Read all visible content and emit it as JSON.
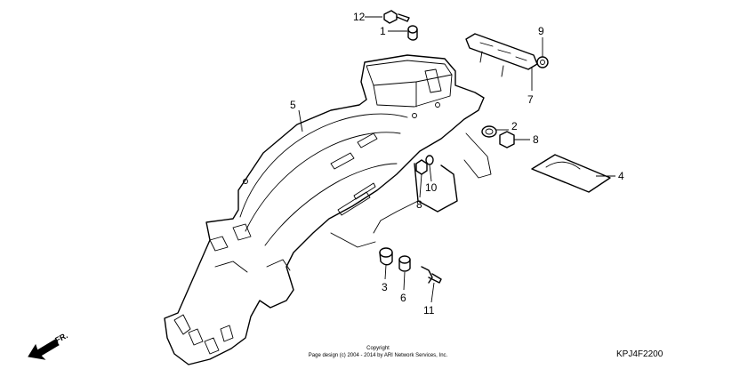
{
  "callouts": [
    {
      "id": "c1",
      "label": "1"
    },
    {
      "id": "c2",
      "label": "2"
    },
    {
      "id": "c3",
      "label": "3"
    },
    {
      "id": "c4",
      "label": "4"
    },
    {
      "id": "c5",
      "label": "5"
    },
    {
      "id": "c6",
      "label": "6"
    },
    {
      "id": "c7",
      "label": "7"
    },
    {
      "id": "c8a",
      "label": "8"
    },
    {
      "id": "c8b",
      "label": "8"
    },
    {
      "id": "c9",
      "label": "9"
    },
    {
      "id": "c10",
      "label": "10"
    },
    {
      "id": "c11",
      "label": "11"
    },
    {
      "id": "c12",
      "label": "12"
    }
  ],
  "direction_label": "FR.",
  "diagram_code": "KPJ4F2200",
  "copyright": {
    "line1": "Copyright",
    "line2": "Page design (c) 2004 - 2014 by ARI Network Services, Inc."
  }
}
